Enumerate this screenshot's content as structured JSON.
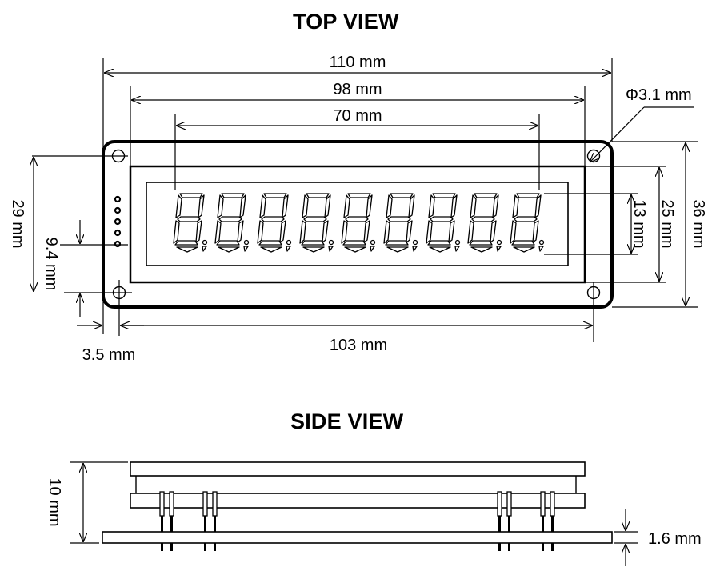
{
  "top_view": {
    "title": "TOP VIEW",
    "dimensions": {
      "overall_width": "110 mm",
      "bezel_width": "98 mm",
      "digits_width": "70 mm",
      "hole_diameter": "Φ3.1 mm",
      "overall_height": "36 mm",
      "bezel_height": "25 mm",
      "digit_height": "13 mm",
      "hole_pitch_vertical": "29 mm",
      "pin_offset": "9.4 mm",
      "hole_edge_offset": "3.5 mm",
      "hole_pitch_horizontal": "103 mm"
    },
    "digit_count": 9,
    "pin_count": 5
  },
  "side_view": {
    "title": "SIDE VIEW",
    "dimensions": {
      "overall_thickness": "10 mm",
      "pcb_thickness": "1.6 mm"
    }
  }
}
